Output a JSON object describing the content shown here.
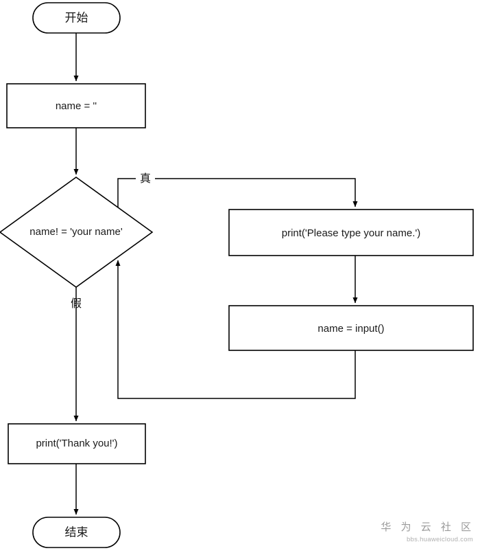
{
  "diagram": {
    "type": "flowchart",
    "title": "",
    "background_color": "#ffffff",
    "line_color": "#000000",
    "text_color": "#1a1a1a",
    "nodes": {
      "start": {
        "label": "开始",
        "shape": "stadium"
      },
      "init": {
        "label": "name = ''",
        "shape": "rectangle"
      },
      "decision": {
        "label": "name! = 'your name'",
        "shape": "diamond"
      },
      "prompt": {
        "label": "print('Please type your name.')",
        "shape": "rectangle"
      },
      "input": {
        "label": "name = input()",
        "shape": "rectangle"
      },
      "thanks": {
        "label": "print('Thank you!')",
        "shape": "rectangle"
      },
      "end": {
        "label": "结束",
        "shape": "stadium"
      }
    },
    "edge_labels": {
      "true_branch": "真",
      "false_branch": "假"
    }
  },
  "watermark": {
    "brand": "华 为 云 社 区",
    "url": "bbs.huaweicloud.com",
    "color": "#9a9a9a"
  }
}
